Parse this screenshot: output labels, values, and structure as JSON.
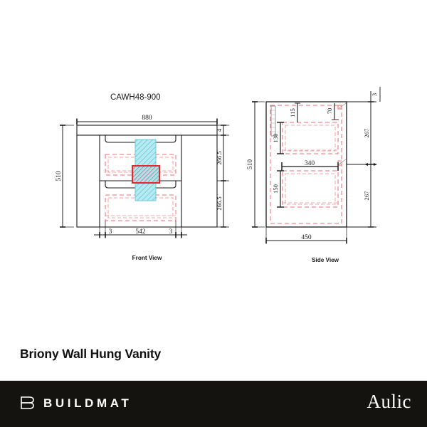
{
  "page": {
    "background_color": "#ffffff",
    "footer_color": "#151310",
    "accent_red": "#e8474c",
    "accent_cyan": "#7fdfe8"
  },
  "drawing": {
    "model_code": "CAWH48-900",
    "front_view": {
      "caption": "Front View",
      "dimensions": {
        "overall_width": "880",
        "overall_height": "510",
        "top_thickness": "4",
        "drawer_height_upper": "266.5",
        "drawer_height_lower": "266.5",
        "gap_left": "3",
        "drawer_width": "542",
        "gap_right": "3"
      }
    },
    "side_view": {
      "caption": "Side View",
      "dimensions": {
        "overall_depth": "450",
        "overall_height": "510",
        "top_offset": "3",
        "upper_section": "267",
        "lower_section": "267",
        "inner_top_offset": "115",
        "inner_right_offset": "70",
        "drawer_depth": "340",
        "upper_drawer_height": "130",
        "lower_drawer_height": "150"
      }
    }
  },
  "product": {
    "title": "Briony Wall Hung Vanity"
  },
  "footer": {
    "buildmat_wordmark": "BUILDMAT",
    "aulic_wordmark": "Aulic"
  }
}
